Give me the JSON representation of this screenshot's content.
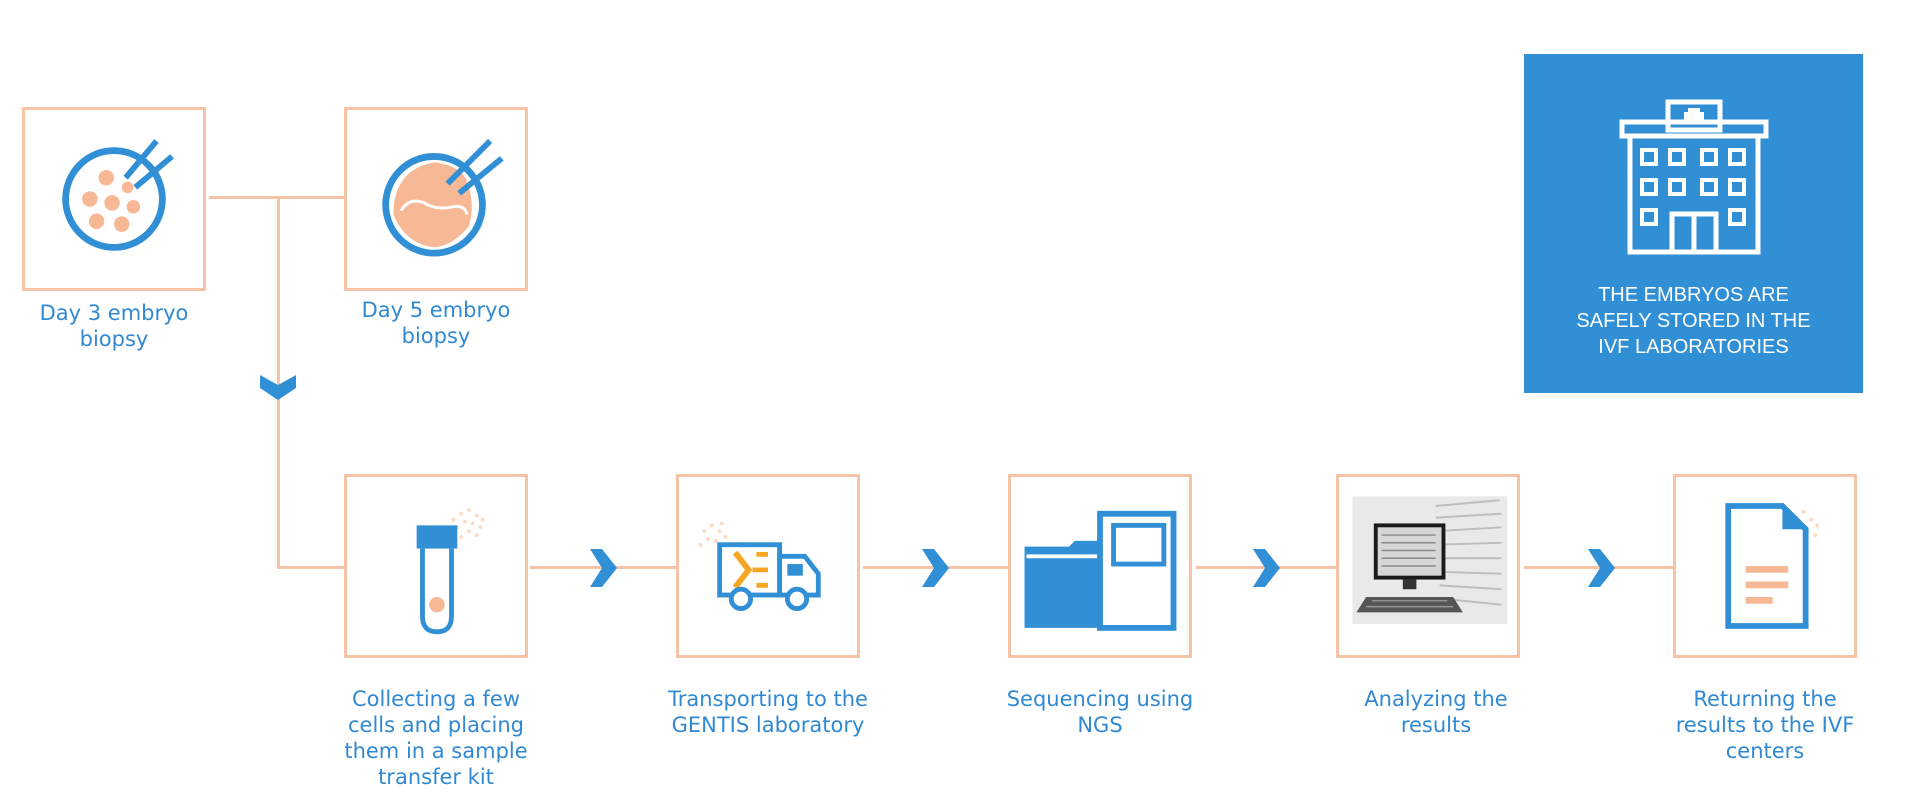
{
  "colors": {
    "accent_blue": "#318fd6",
    "connector_peach": "#f6c3a6",
    "cell_peach": "#f7b896",
    "caption_blue": "#3089d2"
  },
  "biopsy": {
    "day3_label": "Day 3 embryo biopsy",
    "day5_label": "Day 5 embryo biopsy"
  },
  "steps": [
    {
      "label": "Collecting a few cells and placing them in a sample transfer kit",
      "icon": "test-tube-icon"
    },
    {
      "label": "Transporting to the GENTIS laboratory",
      "icon": "delivery-truck-icon"
    },
    {
      "label": "Sequencing using NGS",
      "icon": "sequencer-icon"
    },
    {
      "label": "Analyzing the results",
      "icon": "computer-analysis-icon"
    },
    {
      "label": "Returning the results to the IVF centers",
      "icon": "document-icon"
    }
  ],
  "storage_panel": {
    "text": "THE EMBRYOS ARE SAFELY STORED IN THE IVF LABORATORIES",
    "icon": "hospital-building-icon"
  }
}
